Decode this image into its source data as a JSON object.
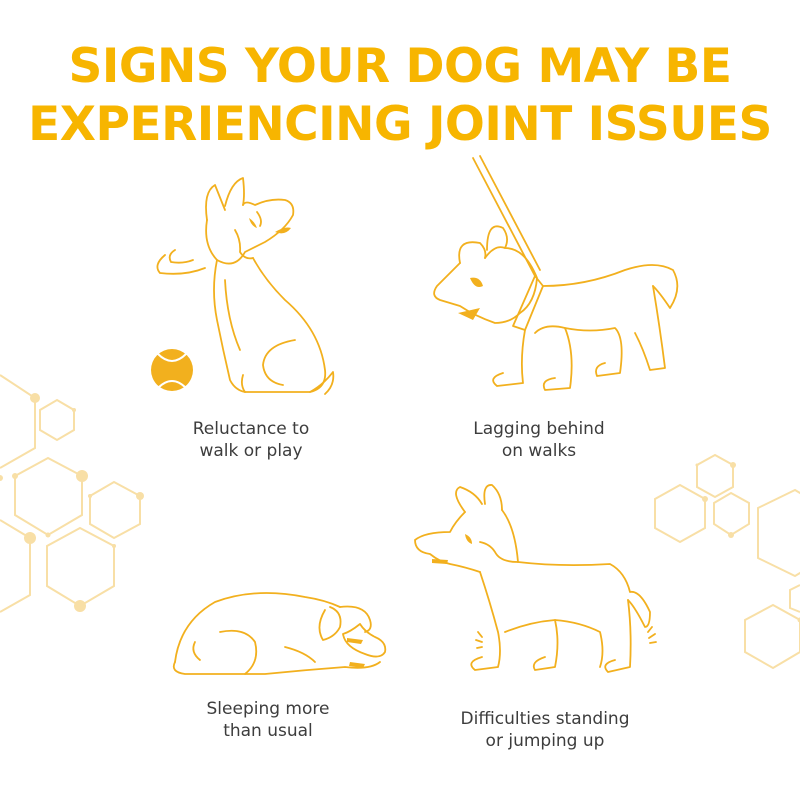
{
  "title": {
    "line1": "SIGNS YOUR DOG MAY BE",
    "line2": "EXPERIENCING JOINT ISSUES",
    "color": "#F7B500"
  },
  "signs": [
    {
      "illustration": "dog-sitting-with-ball-icon",
      "caption_line1": "Reluctance to",
      "caption_line2": "walk or play"
    },
    {
      "illustration": "dog-on-leash-icon",
      "caption_line1": "Lagging behind",
      "caption_line2": "on walks"
    },
    {
      "illustration": "dog-sleeping-icon",
      "caption_line1": "Sleeping more",
      "caption_line2": "than usual"
    },
    {
      "illustration": "dog-standing-shaky-icon",
      "caption_line1": "Difficulties standing",
      "caption_line2": "or jumping up"
    }
  ],
  "colors": {
    "accent": "#F2B01E",
    "hex_pattern": "#F8DFA6",
    "caption_text": "#3d3d3d",
    "background": "#ffffff"
  }
}
